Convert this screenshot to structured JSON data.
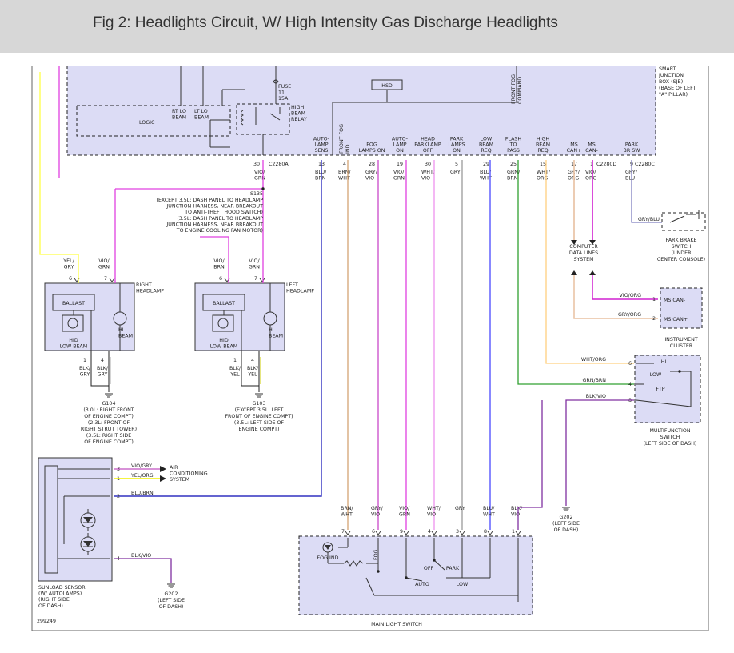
{
  "title": "Fig 2: Headlights Circuit, W/ High Intensity Gas Discharge Headlights",
  "figure_id": "299249",
  "sjb": {
    "label": [
      "SMART",
      "JUNCTION",
      "BOX (SJB)",
      "(BASE OF LEFT",
      "\"A\" PILLAR)"
    ],
    "logic": "LOGIC",
    "rt_lo_beam": [
      "RT LO",
      "BEAM"
    ],
    "lt_lo_beam": [
      "LT LO",
      "BEAM"
    ],
    "hsd": "HSD",
    "fuse": [
      "FUSE",
      "11",
      "15A"
    ],
    "relay": [
      "HIGH",
      "BEAM",
      "RELAY"
    ],
    "front_fog_command": [
      "FRONT FOG",
      "COMMAND"
    ]
  },
  "connectors": {
    "c2280a": "C2280A",
    "c2280d": "C2280D",
    "c2280c": "C2280C"
  },
  "sjb_pins": [
    {
      "pin": "30",
      "label": [],
      "wire": [
        "VIO/",
        "GRN"
      ]
    },
    {
      "pin": "13",
      "label": [
        "AUTO-",
        "LAMP",
        "SENS"
      ],
      "wire": [
        "BLU/",
        "BRN"
      ]
    },
    {
      "pin": "4",
      "label": [
        "FRONT FOG",
        "IND"
      ],
      "wire": [
        "BRN/",
        "WHT"
      ]
    },
    {
      "pin": "28",
      "label": [
        "FOG",
        "LAMPS ON"
      ],
      "wire": [
        "GRY/",
        "VIO"
      ]
    },
    {
      "pin": "19",
      "label": [
        "AUTO-",
        "LAMP",
        "ON"
      ],
      "wire": [
        "VIO/",
        "GRN"
      ]
    },
    {
      "pin": "30",
      "label": [
        "HEAD",
        "PARKLAMP",
        "OFF"
      ],
      "wire": [
        "WHT/",
        "VIO"
      ]
    },
    {
      "pin": "5",
      "label": [
        "PARK",
        "LAMPS",
        "ON"
      ],
      "wire": [
        "GRY"
      ]
    },
    {
      "pin": "29",
      "label": [
        "LOW",
        "BEAM",
        "REQ"
      ],
      "wire": [
        "BLU/",
        "WHT"
      ]
    },
    {
      "pin": "25",
      "label": [
        "FLASH",
        "TO",
        "PASS"
      ],
      "wire": [
        "GRN/",
        "BRN"
      ]
    },
    {
      "pin": "15",
      "label": [
        "HIGH",
        "BEAM",
        "REQ"
      ],
      "wire": [
        "WHT/",
        "ORG"
      ]
    },
    {
      "pin": "17",
      "label": [
        "MS",
        "CAN+"
      ],
      "wire": [
        "GRY/",
        "ORG"
      ]
    },
    {
      "pin": "1",
      "label": [
        "MS",
        "CAN-"
      ],
      "wire": [
        "VIO/",
        "ORG"
      ]
    },
    {
      "pin": "9",
      "label": [
        "PARK",
        "BR SW"
      ],
      "wire": [
        "GRY/",
        "BLU"
      ]
    }
  ],
  "s135": {
    "name": "S135",
    "desc": [
      "(EXCEPT 3.5L: DASH PANEL TO HEADLAMP",
      "JUNCTION HARNESS, NEAR BREAKOUT",
      "TO ANTI-THEFT HOOD SWITCH)",
      "(3.5L: DASH PANEL TO HEADLAMP",
      "JUNCTION HARNESS, NEAR BREAKOUT",
      "TO ENGINE COOLING FAN MOTOR)"
    ]
  },
  "right_headlamp": {
    "label": [
      "RIGHT",
      "HEADLAMP"
    ],
    "ballast": "BALLAST",
    "hid": [
      "HID",
      "LOW BEAM"
    ],
    "hi": [
      "HI",
      "BEAM"
    ],
    "pins": [
      {
        "pin": "6",
        "wire": [
          "YEL/",
          "GRY"
        ]
      },
      {
        "pin": "7",
        "wire": [
          "VIO/",
          "GRN"
        ]
      }
    ],
    "ground_pins": [
      {
        "pin": "1",
        "wire": [
          "BLK/",
          "GRY"
        ]
      },
      {
        "pin": "4",
        "wire": [
          "BLK/",
          "GRY"
        ]
      }
    ],
    "ground": "G104",
    "ground_desc": [
      "(3.0L: RIGHT FRONT",
      "OF ENGINE COMPT)",
      "(2.3L: FRONT OF",
      "RIGHT STRUT TOWER)",
      "(3.5L: RIGHT SIDE",
      "OF ENGINE COMPT)"
    ]
  },
  "left_headlamp": {
    "label": [
      "LEFT",
      "HEADLAMP"
    ],
    "ballast": "BALLAST",
    "hid": [
      "HID",
      "LOW BEAM"
    ],
    "hi": [
      "HI",
      "BEAM"
    ],
    "pins": [
      {
        "pin": "6",
        "wire": [
          "VIO/",
          "BRN"
        ]
      },
      {
        "pin": "7",
        "wire": [
          "VIO/",
          "GRN"
        ]
      }
    ],
    "ground_pins": [
      {
        "pin": "1",
        "wire": [
          "BLK/",
          "YEL"
        ]
      },
      {
        "pin": "4",
        "wire": [
          "BLK/",
          "YEL"
        ]
      }
    ],
    "ground": "G103",
    "ground_desc": [
      "(EXCEPT 3.5L: LEFT",
      "FRONT OF ENGINE COMPT)",
      "(3.5L: LEFT SIDE OF",
      "ENGINE COMPT)"
    ]
  },
  "park_brake": {
    "wire": "GRY/BLU",
    "label": [
      "PARK BRAKE",
      "SWITCH",
      "(UNDER",
      "CENTER CONSOLE)"
    ]
  },
  "data_lines": [
    "COMPUTER",
    "DATA LINES",
    "SYSTEM"
  ],
  "cluster": {
    "pins": [
      {
        "pin": "1",
        "wire": "VIO/ORG",
        "label": "MS CAN-"
      },
      {
        "pin": "2",
        "wire": "GRY/ORG",
        "label": "MS CAN+"
      }
    ],
    "label": [
      "INSTRUMENT",
      "CLUSTER"
    ]
  },
  "multifunction": {
    "pins": [
      {
        "pin": "6",
        "wire": "WHT/ORG"
      },
      {
        "pin": "4",
        "wire": "GRN/BRN"
      },
      {
        "pin": "8",
        "wire": "BLK/VIO"
      }
    ],
    "positions": [
      "HI",
      "LOW",
      "FTP"
    ],
    "label": [
      "MULTIFUNCTION",
      "SWITCH",
      "(LEFT SIDE OF DASH)"
    ]
  },
  "g202_right": {
    "name": "G202",
    "desc": [
      "(LEFT SIDE",
      "OF DASH)"
    ]
  },
  "sunload": {
    "pins": [
      {
        "pin": "3",
        "wire": "VIO/GRY"
      },
      {
        "pin": "1",
        "wire": "YEL/ORG"
      },
      {
        "pin": "2",
        "wire": "BLU/BRN"
      },
      {
        "pin": "4",
        "wire": "BLK/VIO"
      }
    ],
    "ac": [
      "AIR",
      "CONDITIONING",
      "SYSTEM"
    ],
    "label": [
      "SUNLOAD SENSOR",
      "(W/ AUTOLAMPS)",
      "(RIGHT SIDE",
      "OF DASH)"
    ]
  },
  "g202_left": {
    "name": "G202",
    "desc": [
      "(LEFT SIDE",
      "OF DASH)"
    ]
  },
  "main_switch": {
    "wires": [
      [
        "BRN/",
        "WHT"
      ],
      [
        "GRY/",
        "VIO"
      ],
      [
        "VIO/",
        "GRN"
      ],
      [
        "WHT/",
        "VIO"
      ],
      [
        "GRY"
      ],
      [
        "BLU/",
        "WHT"
      ],
      [
        "BLK/",
        "VIO"
      ]
    ],
    "pins": [
      "7",
      "6",
      "9",
      "4",
      "3",
      "8",
      "1"
    ],
    "fog_ind": "FOG IND",
    "fog": "FOG",
    "positions": [
      "OFF",
      "PARK",
      "AUTO",
      "LOW"
    ],
    "label": "MAIN LIGHT SWITCH"
  },
  "colors": {
    "vio_grn": "#e040e0",
    "yel_gry": "#ffff44",
    "blu": "#3030c0",
    "brn_wht": "#d4a373",
    "gry_vio": "#d060d0",
    "wht_vio": "#f0a0f0",
    "gry": "#9a9a9a",
    "blu_wht": "#6060ff",
    "grn_brn": "#30a030",
    "wht_org": "#ffd080",
    "gry_org": "#e8c0a0",
    "vio_org": "#d020d0",
    "gry_blu": "#8080c0",
    "blk_vio": "#8030a0",
    "yel_org": "#f0f000",
    "vio_gry": "#c050c0"
  }
}
